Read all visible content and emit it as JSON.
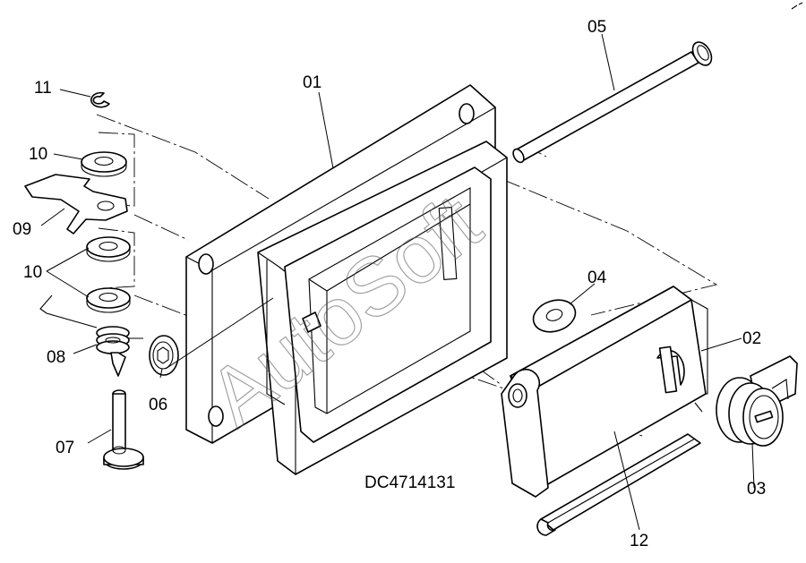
{
  "callouts": [
    {
      "id": "01",
      "name": "callout-01"
    },
    {
      "id": "02",
      "name": "callout-02"
    },
    {
      "id": "03",
      "name": "callout-03"
    },
    {
      "id": "04",
      "name": "callout-04"
    },
    {
      "id": "05",
      "name": "callout-05"
    },
    {
      "id": "06",
      "name": "callout-06"
    },
    {
      "id": "07",
      "name": "callout-07"
    },
    {
      "id": "08",
      "name": "callout-08"
    },
    {
      "id": "09",
      "name": "callout-09"
    },
    {
      "id": "10",
      "name": "callout-10-upper"
    },
    {
      "id": "10",
      "name": "callout-10-lower"
    },
    {
      "id": "11",
      "name": "callout-11"
    },
    {
      "id": "12",
      "name": "callout-12"
    }
  ],
  "drawing_code": "DC4714131",
  "watermark": "AutoSoft"
}
